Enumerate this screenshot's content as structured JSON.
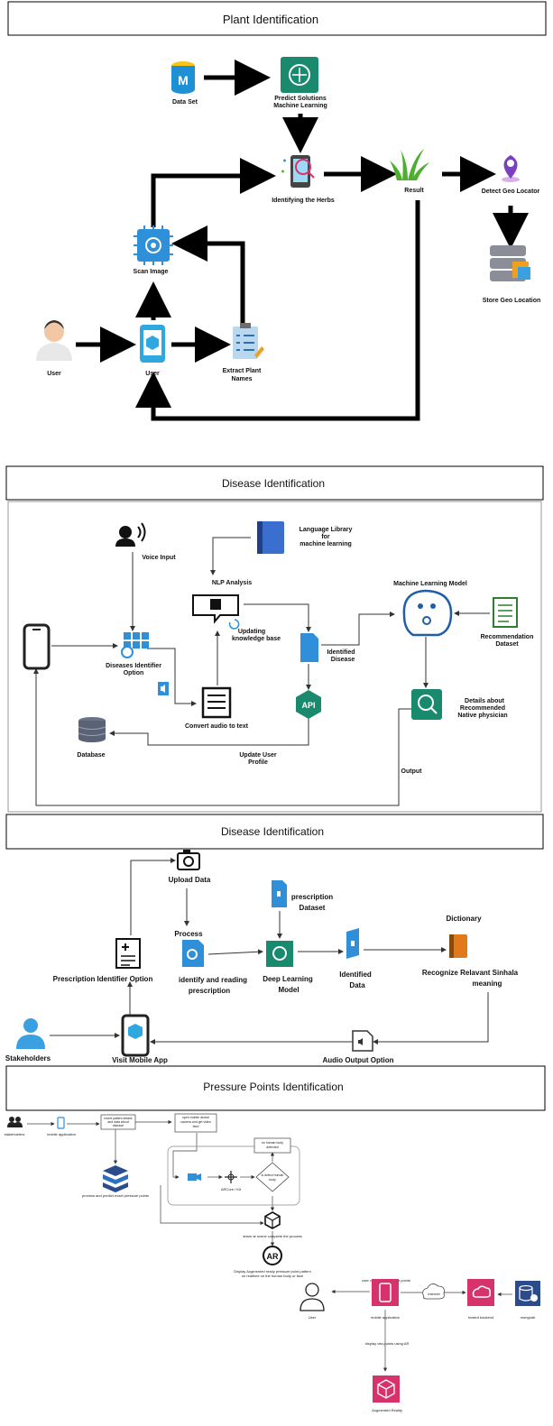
{
  "plant": {
    "title": "Plant Identification",
    "data_set": "Data Set",
    "predict_1": "Predict Solutions",
    "predict_2": "Machine Learning",
    "identifying": "Identifying the Herbs",
    "result": "Result",
    "detect_geo": "Detect Geo Locator",
    "store_geo": "Store Geo Location",
    "scan_image": "Scan Image",
    "user_person": "User",
    "user_phone": "User",
    "extract_1": "Extract Plant",
    "extract_2": "Names"
  },
  "disease": {
    "title": "Disease Identification",
    "voice_input": "Voice Input",
    "lang_1": "Language Library",
    "lang_2": "for",
    "lang_3": "machine learning",
    "nlp": "NLP Analysis",
    "updating_1": "Updating",
    "updating_2": "knowledge base",
    "ml_model": "Machine Learning Model",
    "rec_1": "Recommendation",
    "rec_2": "Dataset",
    "identified_1": "Identified",
    "identified_2": "Disease",
    "diseases_1": "Diseases Identifier",
    "diseases_2": "Option",
    "convert": "Convert audio to text",
    "api": "API",
    "details_1": "Details about",
    "details_2": "Recommended",
    "details_3": "Native physician",
    "database": "Database",
    "update_1": "Update User",
    "update_2": "Profile",
    "output": "Output"
  },
  "prescription": {
    "title": "Disease Identification",
    "upload": "Upload Data",
    "process": "Process",
    "presc_ds_1": "prescription",
    "presc_ds_2": "Dataset",
    "dictionary": "Dictionary",
    "identify_1": "identify and reading",
    "identify_2": "prescription",
    "dl_1": "Deep Learning",
    "dl_2": "Model",
    "idata_1": "Identified",
    "idata_2": "Data",
    "rec_1": "Recognize Relavant Sinhala",
    "rec_2": "meaning",
    "option": "Prescription Identifier Option",
    "stakeholders": "Stakeholders",
    "visit": "Visit Mobile App",
    "audio": "Audio Output  Option"
  },
  "pressure": {
    "title": "Pressure Points Identification",
    "stakeholders": "stakeholders",
    "mobile_app": "mobile application",
    "insert_1": "insert patient details",
    "insert_2": "and data about",
    "insert_3": "disease",
    "open_1": "open mobile device",
    "open_2": "camera and get video",
    "open_3": "feed",
    "process_predict": "process and predict exact pressure points",
    "no_human_1": "no human body",
    "no_human_2": "detected",
    "arcore": "ARCore / Kit",
    "detect_1": "is detect human",
    "detect_2": "body",
    "share": "share ar scene complete the process",
    "ar": "AR",
    "display_1": "Display Augmented ready pressure point pattern",
    "display_2": "on realtime on the human body or face",
    "user_insert": "user can insert new vita points",
    "internet": "internet",
    "user": "User",
    "mobile_app2": "mobile application",
    "hosted": "hosted backend",
    "mongodb": "mongodb",
    "display_vita": "display vita points using AR",
    "augmented": "Augmented Reality"
  },
  "colors": {
    "teal": "#1a8a6e",
    "blue": "#2f8fd8",
    "pink": "#d6336c",
    "navy": "#2b4c8c",
    "ai_blue": "#1f5fa8",
    "grass": "#4caf2e"
  }
}
